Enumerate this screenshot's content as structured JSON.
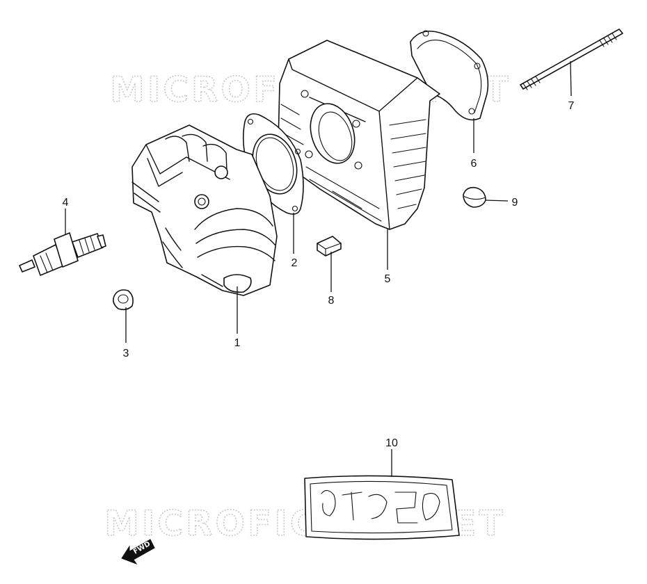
{
  "watermark": {
    "text": "MICROFICHES.NET"
  },
  "callouts": [
    {
      "id": "1",
      "label": "1"
    },
    {
      "id": "2",
      "label": "2"
    },
    {
      "id": "3",
      "label": "3"
    },
    {
      "id": "4",
      "label": "4"
    },
    {
      "id": "5",
      "label": "5"
    },
    {
      "id": "6",
      "label": "6"
    },
    {
      "id": "7",
      "label": "7"
    },
    {
      "id": "8",
      "label": "8"
    },
    {
      "id": "9",
      "label": "9"
    },
    {
      "id": "10",
      "label": "10"
    }
  ],
  "fwd_label": "FWD"
}
